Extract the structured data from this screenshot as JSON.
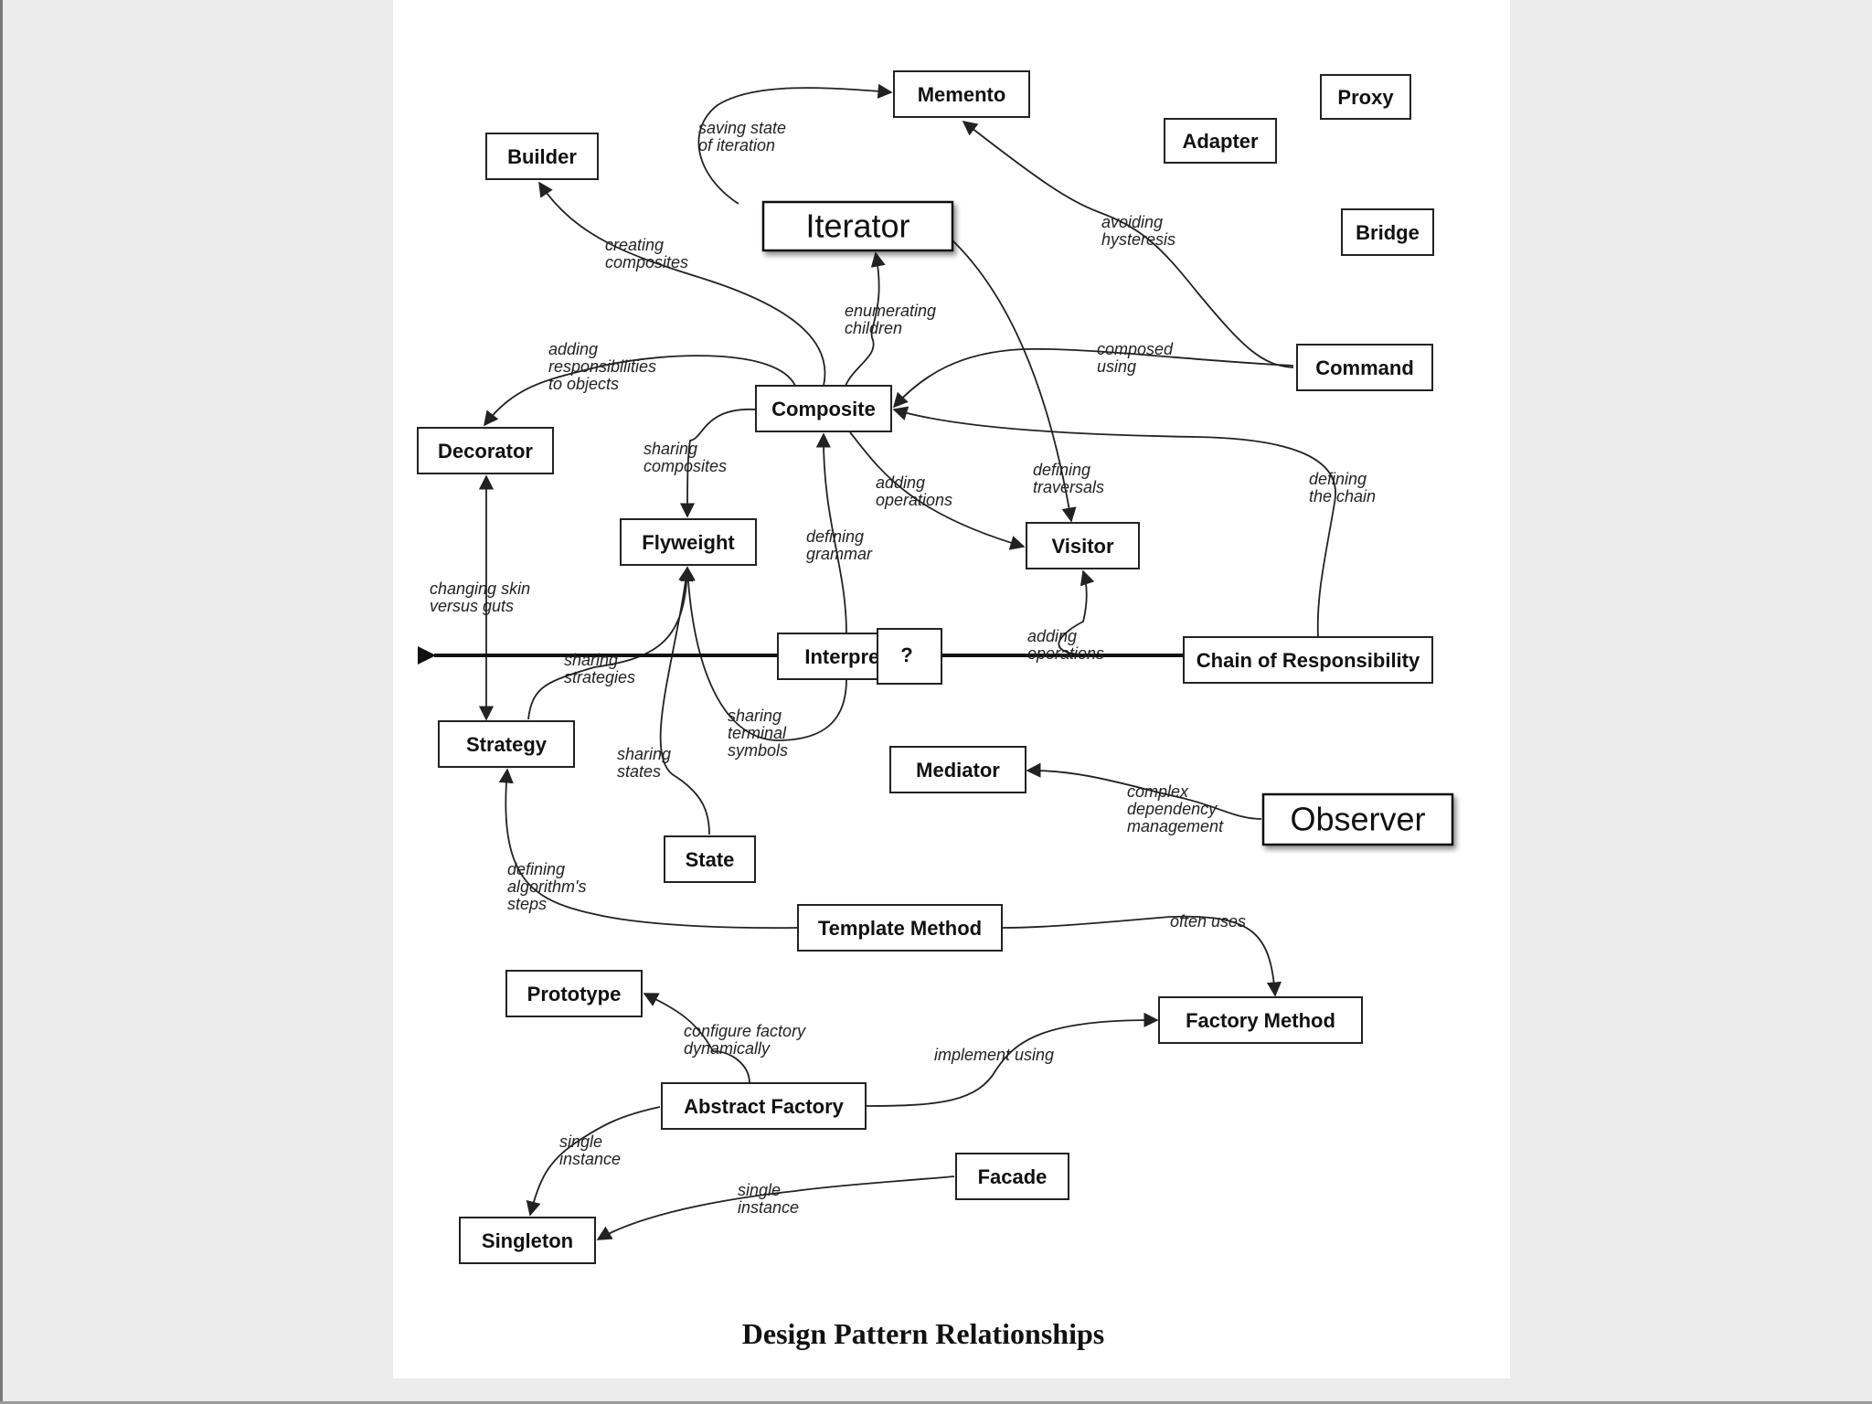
{
  "diagram": {
    "title": "Design Pattern Relationships",
    "question_mark": "?",
    "nodes": [
      {
        "id": "memento",
        "label": "Memento"
      },
      {
        "id": "proxy",
        "label": "Proxy"
      },
      {
        "id": "adapter",
        "label": "Adapter"
      },
      {
        "id": "builder",
        "label": "Builder"
      },
      {
        "id": "iterator",
        "label": "Iterator"
      },
      {
        "id": "bridge",
        "label": "Bridge"
      },
      {
        "id": "command",
        "label": "Command"
      },
      {
        "id": "composite",
        "label": "Composite"
      },
      {
        "id": "decorator",
        "label": "Decorator"
      },
      {
        "id": "flyweight",
        "label": "Flyweight"
      },
      {
        "id": "visitor",
        "label": "Visitor"
      },
      {
        "id": "interpreter",
        "label": "Interpret"
      },
      {
        "id": "chain",
        "label": "Chain of Responsibility"
      },
      {
        "id": "strategy",
        "label": "Strategy"
      },
      {
        "id": "mediator",
        "label": "Mediator"
      },
      {
        "id": "observer",
        "label": "Observer"
      },
      {
        "id": "state",
        "label": "State"
      },
      {
        "id": "template",
        "label": "Template Method"
      },
      {
        "id": "prototype",
        "label": "Prototype"
      },
      {
        "id": "factory",
        "label": "Factory Method"
      },
      {
        "id": "abstract",
        "label": "Abstract Factory"
      },
      {
        "id": "facade",
        "label": "Facade"
      },
      {
        "id": "singleton",
        "label": "Singleton"
      }
    ],
    "edges": [
      {
        "id": "e1",
        "from": "iterator",
        "to": "memento",
        "label": [
          "saving state",
          "of iteration"
        ]
      },
      {
        "id": "e2",
        "from": "command",
        "to": "memento",
        "label": [
          "avoiding",
          "hysteresis"
        ]
      },
      {
        "id": "e3",
        "from": "composite",
        "to": "builder",
        "label": [
          "creating",
          "composites"
        ]
      },
      {
        "id": "e4",
        "from": "composite",
        "to": "iterator",
        "label": [
          "enumerating",
          "children"
        ]
      },
      {
        "id": "e5",
        "from": "iterator",
        "to": "visitor",
        "label": [
          "defining",
          "traversals"
        ]
      },
      {
        "id": "e6",
        "from": "command",
        "to": "composite",
        "label": [
          "composed",
          "using"
        ]
      },
      {
        "id": "e7",
        "from": "composite",
        "to": "decorator",
        "label": [
          "adding",
          "responsibilities",
          "to objects"
        ]
      },
      {
        "id": "e8",
        "from": "composite",
        "to": "flyweight",
        "label": [
          "sharing",
          "composites"
        ]
      },
      {
        "id": "e9",
        "from": "composite",
        "to": "visitor",
        "label": [
          "adding",
          "operations"
        ]
      },
      {
        "id": "e10",
        "from": "interpreter",
        "to": "composite",
        "label": [
          "defining",
          "grammar"
        ]
      },
      {
        "id": "e11",
        "from": "chain",
        "to": "composite",
        "label": [
          "defining",
          "the chain"
        ]
      },
      {
        "id": "e12",
        "from": "decorator",
        "to": "strategy",
        "label": [
          "changing skin",
          "versus guts"
        ]
      },
      {
        "id": "e13",
        "from": "strategy",
        "to": "flyweight",
        "label": [
          "sharing",
          "strategies"
        ]
      },
      {
        "id": "e14",
        "from": "interpreter",
        "to": "flyweight",
        "label": [
          "sharing",
          "terminal",
          "symbols"
        ]
      },
      {
        "id": "e15",
        "from": "state",
        "to": "flyweight",
        "label": [
          "sharing",
          "states"
        ]
      },
      {
        "id": "e16",
        "from": "interpreter",
        "to": "visitor",
        "label": [
          "adding",
          "operations"
        ]
      },
      {
        "id": "e17",
        "from": "observer",
        "to": "mediator",
        "label": [
          "complex",
          "dependency",
          "management"
        ]
      },
      {
        "id": "e18",
        "from": "template",
        "to": "strategy",
        "label": [
          "defining",
          "algorithm's",
          "steps"
        ]
      },
      {
        "id": "e19",
        "from": "template",
        "to": "factory",
        "label": [
          "often uses"
        ]
      },
      {
        "id": "e20",
        "from": "abstract",
        "to": "prototype",
        "label": [
          "configure factory",
          "dynamically"
        ]
      },
      {
        "id": "e21",
        "from": "abstract",
        "to": "factory",
        "label": [
          "implement using"
        ]
      },
      {
        "id": "e22",
        "from": "abstract",
        "to": "singleton",
        "label": [
          "single",
          "instance"
        ]
      },
      {
        "id": "e23",
        "from": "facade",
        "to": "singleton",
        "label": [
          "single",
          "instance"
        ]
      }
    ]
  }
}
